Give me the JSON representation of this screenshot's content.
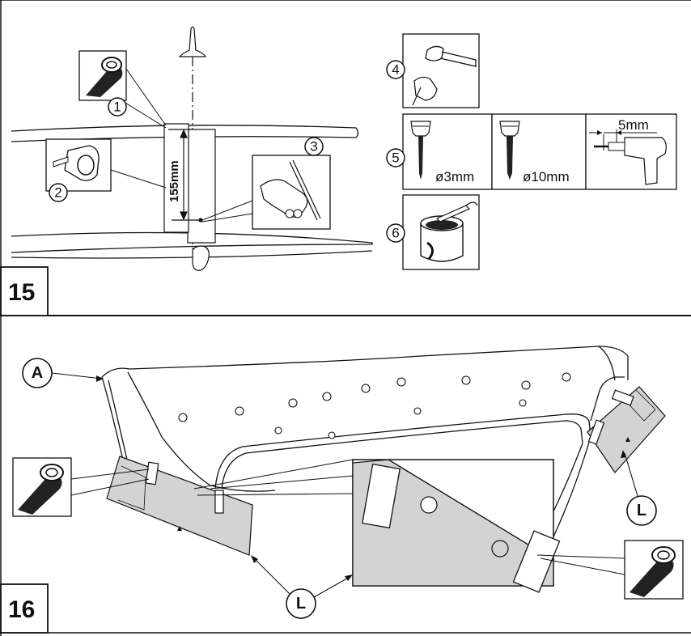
{
  "panel15": {
    "step_number": "15",
    "callouts": [
      "1",
      "2",
      "3",
      "4",
      "5",
      "6"
    ],
    "measurement_length": "155mm",
    "drill_small": "ø3mm",
    "drill_large": "ø10mm",
    "drill_depth": "5mm"
  },
  "panel16": {
    "step_number": "16",
    "label_a": "A",
    "label_l_right": "L",
    "label_l_bottom": "L"
  },
  "colors": {
    "line": "#111111",
    "template_fill": "#d3d3d3",
    "tape_dark": "#222222",
    "paper": "#ffffff"
  }
}
